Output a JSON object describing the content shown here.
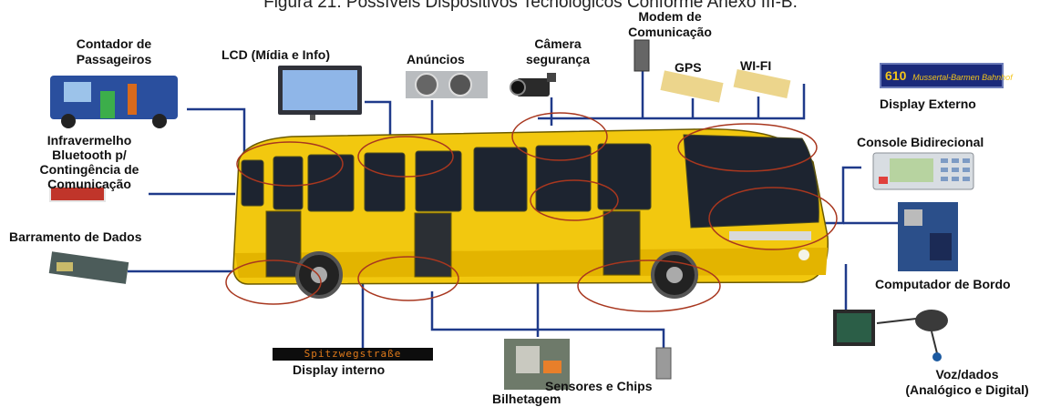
{
  "caption": "Figura 21: Possíveis Dispositivos Tecnológicos Conforme Anexo III-B.",
  "labels": {
    "contador": "Contador de\nPassageiros",
    "lcd": "LCD (Mídia e Info)",
    "anuncios": "Anúncios",
    "camera": "Câmera\nsegurança",
    "modem": "Modem de\nComunicação",
    "gps": "GPS",
    "wifi": "WI-FI",
    "display_externo": "Display Externo",
    "infravermelho": "Infravermelho\nBluetooth p/\nContingência de\nComunicação",
    "console": "Console Bidirecional",
    "barramento": "Barramento de Dados",
    "computador": "Computador de Bordo",
    "display_interno": "Display interno",
    "bilhetagem": "Bilhetagem",
    "sensores": "Sensores e Chips",
    "voz": "Voz/dados\n(Analógico e Digital)"
  },
  "display_interno_text": "Spitzwegstraße",
  "display_externo": {
    "route": "610",
    "destination": "Mussertal-Barmen Bahnhof"
  },
  "colors": {
    "bus": "#f2c80f",
    "connector": "#1f3a8a",
    "ellipse": "#a8371f"
  }
}
